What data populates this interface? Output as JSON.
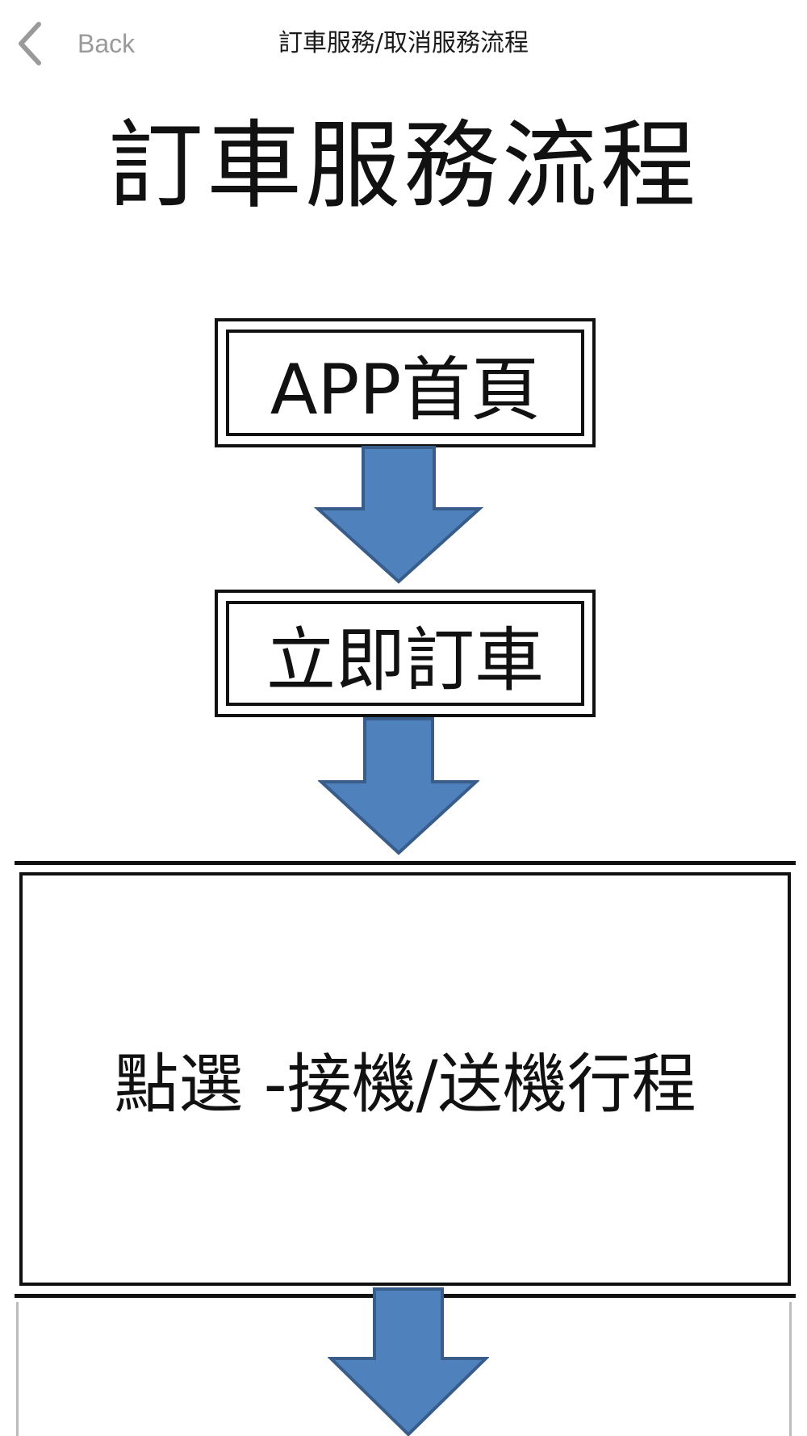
{
  "nav": {
    "back_label": "Back",
    "title": "訂車服務/取消服務流程"
  },
  "flowchart": {
    "title": "訂車服務流程",
    "steps": [
      {
        "label": "APP首頁"
      },
      {
        "label": "立即訂車"
      },
      {
        "label": "點選 -接機/送機行程"
      }
    ]
  },
  "colors": {
    "arrow_fill": "#4f81bd",
    "arrow_stroke": "#385d8a",
    "back_icon": "#9a9a9a",
    "text": "#111111"
  },
  "icons": {
    "back": "chevron-left-icon",
    "flow_arrow": "down-arrow-icon"
  }
}
